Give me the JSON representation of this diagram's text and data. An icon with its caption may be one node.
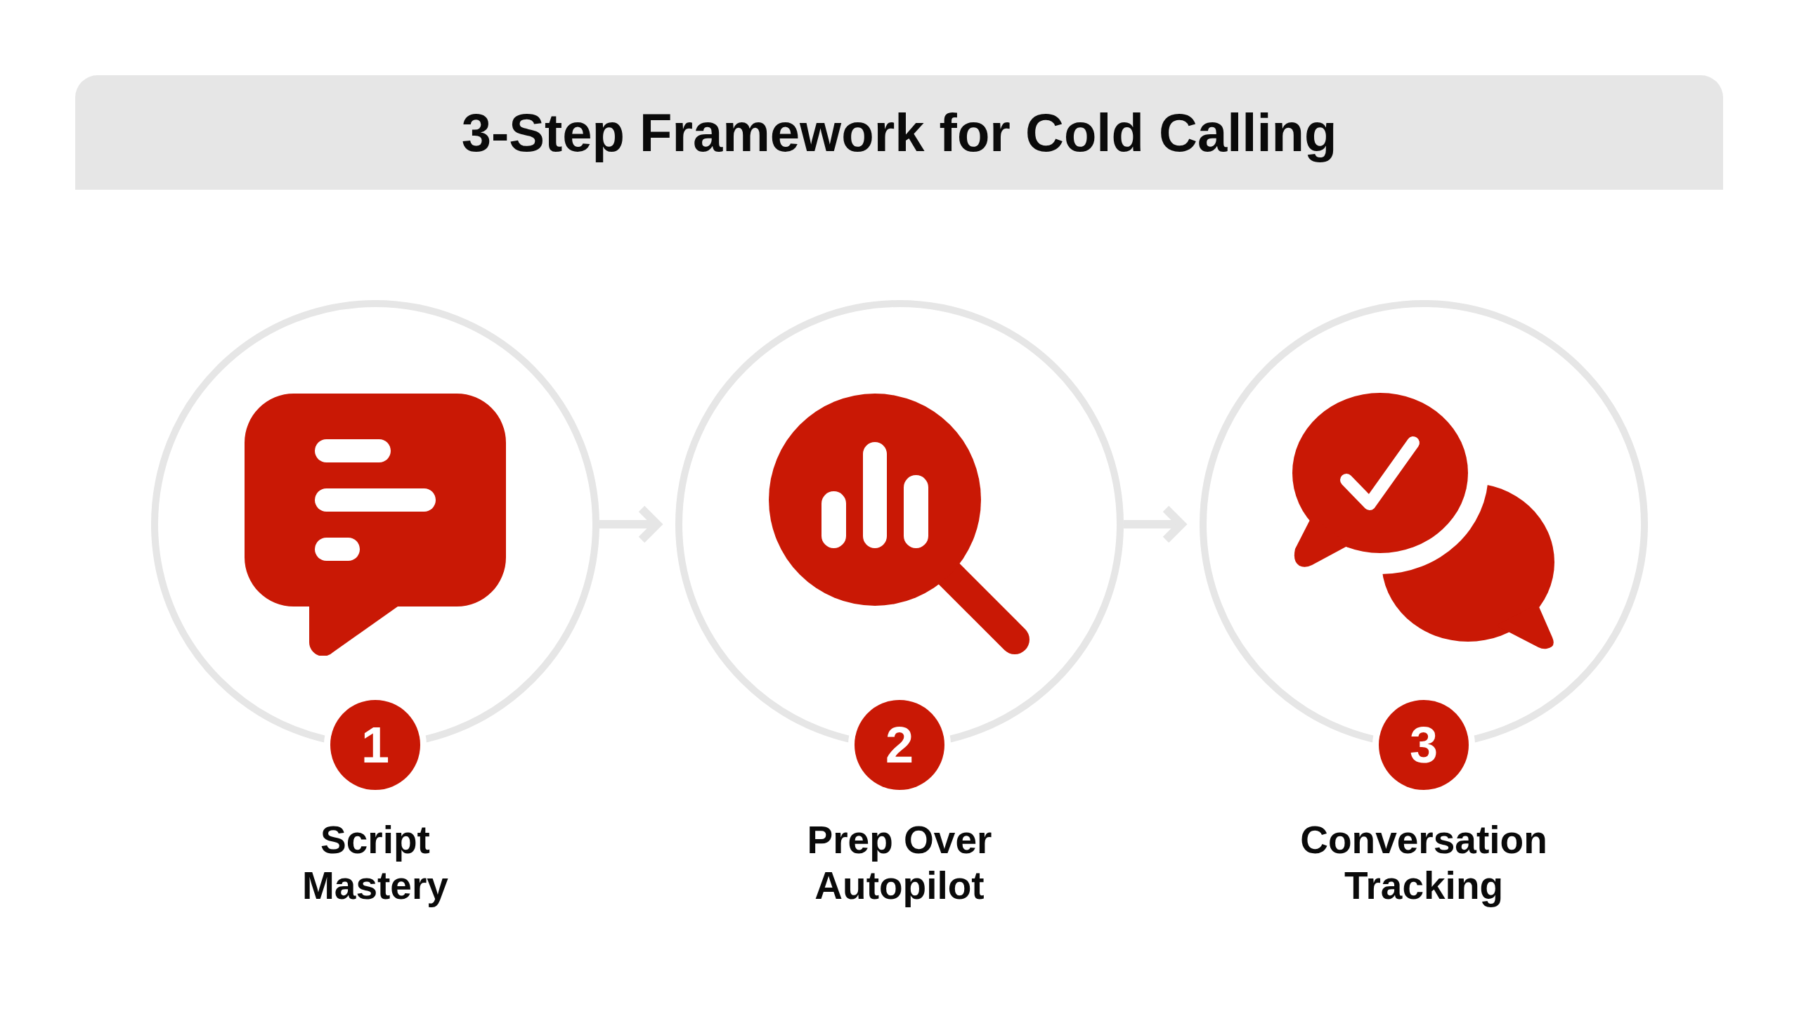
{
  "diagram": {
    "title": "3-Step Framework for Cold Calling",
    "nodes": [
      {
        "text": [],
        "shape": "circle"
      },
      {
        "text": [
          "1"
        ],
        "beside": [
          "Script Mastery"
        ]
      },
      {
        "text": [],
        "shape": "circle"
      },
      {
        "text": [
          "2"
        ],
        "beside": [
          "Prep Over Autopilot"
        ]
      },
      {
        "text": [],
        "shape": "circle"
      },
      {
        "text": [
          "3"
        ],
        "beside": [
          "Conversation Tracking"
        ]
      }
    ],
    "edges": [
      {
        "from": 0,
        "to": 2,
        "arrow": "to"
      },
      {
        "from": 2,
        "to": 4,
        "arrow": "to"
      }
    ]
  }
}
